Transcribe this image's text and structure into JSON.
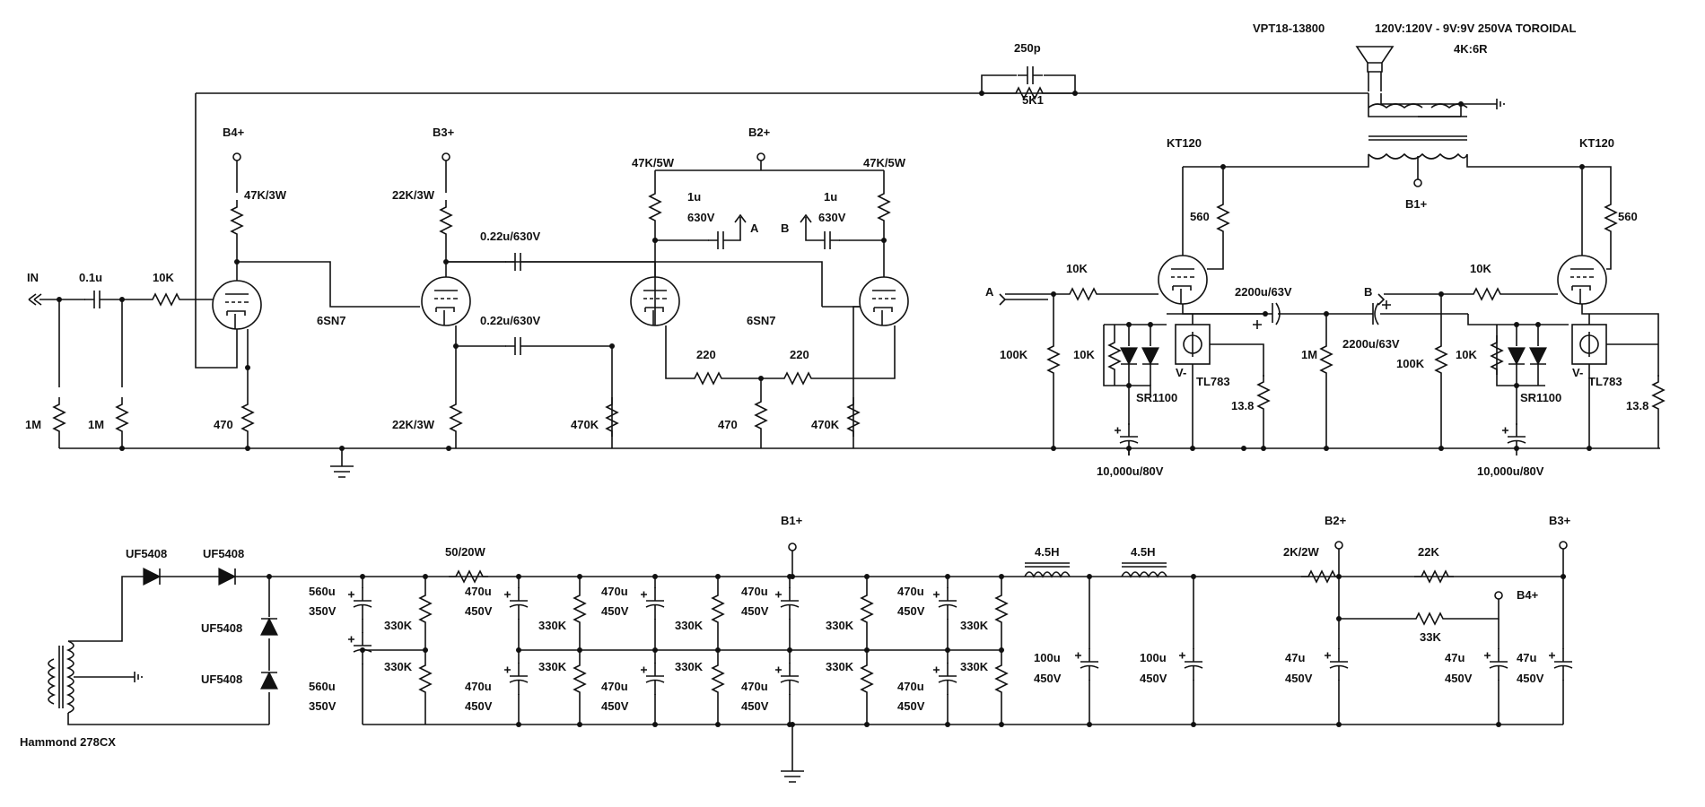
{
  "amp": {
    "input": "IN",
    "cap_in": "0.1u",
    "r_grid_stop": "10K",
    "r_in_1m_a": "1M",
    "r_in_1m_b": "1M",
    "b4": "B4+",
    "r_plate1": "47K/3W",
    "r_cath1": "470",
    "tube_6sn7_1": "6SN7",
    "b3": "B3+",
    "r_plate2": "22K/3W",
    "r_cath2": "22K/3W",
    "cap_coupling_a": "0.22u/630V",
    "cap_coupling_b": "0.22u/630V",
    "b2": "B2+",
    "r_plate_pi_a": "47K/5W",
    "r_plate_pi_b": "47K/5W",
    "cap_out_a_value": "1u",
    "cap_out_a_voltage": "630V",
    "cap_out_b_value": "1u",
    "cap_out_b_voltage": "630V",
    "node_a": "A",
    "node_b": "B",
    "tube_6sn7_2": "6SN7",
    "r_tail_a": "220",
    "r_tail_b": "220",
    "r_tail_common": "470",
    "r_grid_pi_a": "470K",
    "r_grid_pi_b": "470K",
    "fb_cap": "250p",
    "fb_res": "5K1",
    "opt": "VPT18-13800",
    "toroid": "120V:120V - 9V:9V 250VA TOROIDAL",
    "ratio": "4K:6R",
    "kt120_a": "KT120",
    "kt120_b": "KT120",
    "b1": "B1+",
    "r_screen_a": "560",
    "r_screen_b": "560",
    "node_a_out": "A",
    "node_b_out": "B",
    "r_grid_out_a": "10K",
    "r_grid_out_b": "10K",
    "r_bias_a": "100K",
    "r_bias_b": "100K",
    "cap_out_coupling_a": "2200u/63V",
    "cap_out_coupling_b": "2200u/63V",
    "r_mid_1m": "1M",
    "r_10k_a": "10K",
    "r_10k_b": "10K",
    "zener_a": "SR1100",
    "zener_b": "SR1100",
    "reg_a": "TL783",
    "reg_b": "TL783",
    "r_13_8_a": "13.8",
    "r_13_8_b": "13.8",
    "cap_big_a": "10,000u/80V",
    "cap_big_b": "10,000u/80V",
    "vminus_a": "V-",
    "vminus_b": "V-"
  },
  "psu": {
    "transformer": "Hammond 278CX",
    "d1": "UF5408",
    "d2": "UF5408",
    "d3": "UF5408",
    "d4": "UF5408",
    "c560a_value": "560u",
    "c560a_voltage": "350V",
    "c560b_value": "560u",
    "c560b_voltage": "350V",
    "r_series": "50/20W",
    "c470_1_value": "470u",
    "c470_1_voltage": "450V",
    "c470_2_value": "470u",
    "c470_2_voltage": "450V",
    "c470_3_value": "470u",
    "c470_3_voltage": "450V",
    "c470_4_value": "470u",
    "c470_4_voltage": "450V",
    "c470_5_value": "470u",
    "c470_5_voltage": "450V",
    "c470_6_value": "470u",
    "c470_6_voltage": "450V",
    "c470_7_value": "470u",
    "c470_7_voltage": "450V",
    "c470_8_value": "470u",
    "c470_8_voltage": "450V",
    "r330_1": "330K",
    "r330_2": "330K",
    "r330_3": "330K",
    "r330_4": "330K",
    "r330_5": "330K",
    "r330_6": "330K",
    "r330_7": "330K",
    "r330_8": "330K",
    "r330_9": "330K",
    "r330_10": "330K",
    "b1": "B1+",
    "l1": "4.5H",
    "l2": "4.5H",
    "c100a_value": "100u",
    "c100a_voltage": "450V",
    "c100b_value": "100u",
    "c100b_voltage": "450V",
    "r2k": "2K/2W",
    "b2": "B2+",
    "r22k": "22K",
    "b3": "B3+",
    "r33k": "33K",
    "b4": "B4+",
    "c47a_value": "47u",
    "c47a_voltage": "450V",
    "c47b_value": "47u",
    "c47b_voltage": "450V",
    "c47c_value": "47u",
    "c47c_voltage": "450V"
  }
}
